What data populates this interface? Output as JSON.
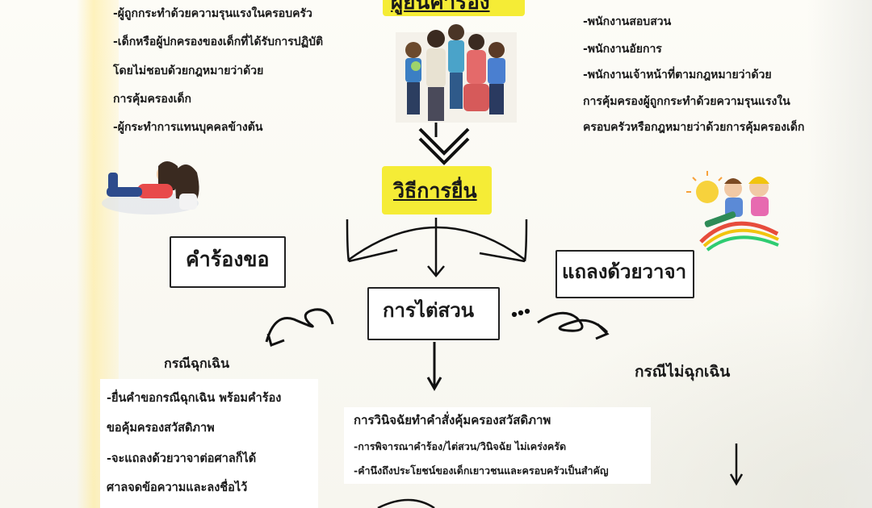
{
  "top_title": "ผู้ยื่นคำร้อง",
  "left_list": [
    "-ผู้ถูกกระทำด้วยความรุนแรงในครอบครัว",
    "-เด็กหรือผู้ปกครองของเด็กที่ได้รับการปฏิบัติ",
    "โดยไม่ชอบด้วยกฎหมายว่าด้วย",
    "การคุ้มครองเด็ก",
    "-ผู้กระทำการแทนบุคคลข้างต้น"
  ],
  "right_list": [
    "-พนักงานสอบสวน",
    "-พนักงานอัยการ",
    "-พนักงานเจ้าหน้าที่ตามกฎหมายว่าด้วย",
    "การคุ้มครองผู้ถูกกระทำด้วยความรุนแรงใน",
    "ครอบครัวหรือกฎหมายว่าด้วยการคุ้มครองเด็ก"
  ],
  "method_title": "วิธีการยื่น",
  "branches": {
    "left": "คำร้องขอ",
    "center": "การไต่สวน",
    "right": "แถลงด้วยวาจา"
  },
  "emergency": {
    "title": "กรณีฉุกเฉิน",
    "lines": [
      "-ยื่นคำขอกรณีฉุกเฉิน พร้อมคำร้อง",
      "ขอคุ้มครองสวัสดิภาพ",
      "-จะแถลงด้วยวาจาต่อศาลก็ได้",
      "ศาลจดข้อความและลงชื่อไว้"
    ]
  },
  "non_emergency": {
    "title": "กรณีไม่ฉุกเฉิน"
  },
  "decision": {
    "title": "การวินิจฉัยทำคำสั่งคุ้มครองสวัสดิภาพ",
    "lines": [
      "-การพิจารณาคำร้อง/ไต่สวน/วินิจฉัย ไม่เคร่งครัด",
      "-คำนึงถึงประโยชน์ของเด็กเยาวชนและครอบครัวเป็นสำคัญ"
    ]
  }
}
